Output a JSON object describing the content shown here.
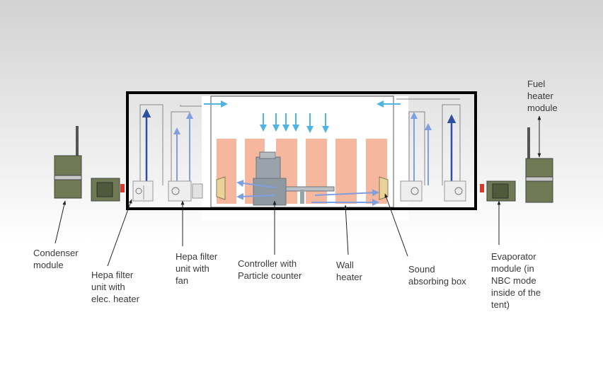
{
  "labels": {
    "condenser": "Condenser\nmodule",
    "hepa_heater": "Hepa filter\nunit with\nelec. heater",
    "hepa_fan": "Hepa filter\nunit with\nfan",
    "controller": "Controller with\nParticle counter",
    "wall_heater": "Wall\nheater",
    "sound_box": "Sound\nabsorbing box",
    "evaporator": "Evaporator\nmodule (in\nNBC mode\ninside of the\ntent)",
    "fuel_heater": "Fuel\nheater\nmodule"
  },
  "colors": {
    "tent_outline": "#000000",
    "wall_heater_fill": "#f4b093",
    "airflow_light": "#4fb3e6",
    "airflow_dark": "#2f4f9f",
    "module_green": "#6f7a55",
    "connector_red": "#d63a2a"
  }
}
